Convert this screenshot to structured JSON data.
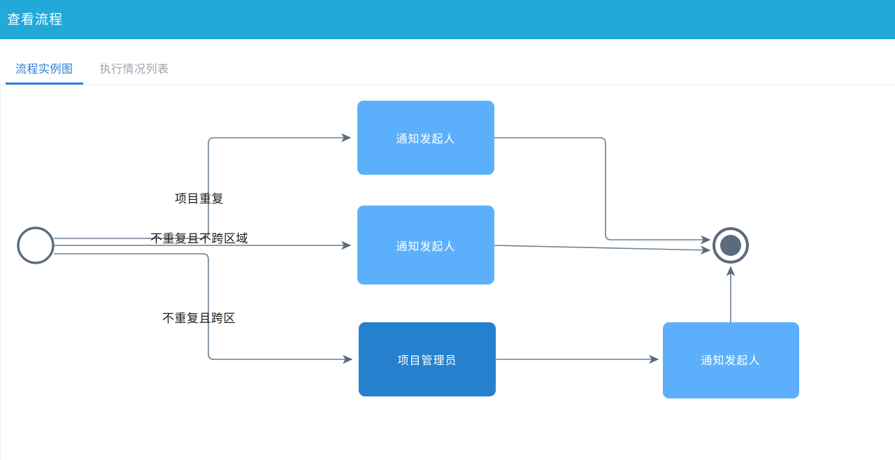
{
  "header": {
    "title": "查看流程",
    "bg_color": "#20a9d9",
    "text_color": "#ffffff"
  },
  "tabs": [
    {
      "label": "流程实例图",
      "active": true
    },
    {
      "label": "执行情况列表",
      "active": false
    }
  ],
  "theme": {
    "accent": "#2b7fd4",
    "tab_inactive": "#9aa3ab",
    "node_light": "#5cb0fb",
    "node_dark": "#2581ce",
    "connector": "#6b7f93",
    "marker_node": "#5a6b7d",
    "canvas_bg": "#ffffff"
  },
  "diagram": {
    "start_node": {
      "name": "start-event",
      "shape": "circle-outline"
    },
    "end_node": {
      "name": "end-event",
      "shape": "circle-filled-ring"
    },
    "nodes": [
      {
        "id": "task-notify-1",
        "label": "通知发起人",
        "fill": "#5cb0fb"
      },
      {
        "id": "task-notify-2",
        "label": "通知发起人",
        "fill": "#5cb0fb"
      },
      {
        "id": "task-project-admin",
        "label": "项目管理员",
        "fill": "#2581ce"
      },
      {
        "id": "task-notify-3",
        "label": "通知发起人",
        "fill": "#5cb0fb"
      }
    ],
    "edge_labels": [
      {
        "id": "edge-label-duplicate",
        "text": "项目重复"
      },
      {
        "id": "edge-label-no-dup-same-region",
        "text": "不重复且不跨区域"
      },
      {
        "id": "edge-label-no-dup-cross-region",
        "text": "不重复且跨区"
      }
    ]
  }
}
